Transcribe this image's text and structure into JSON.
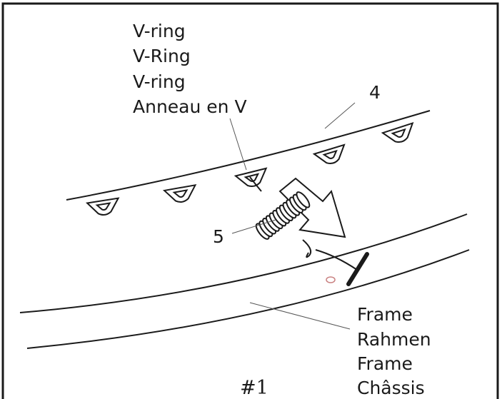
{
  "vring_labels": [
    "V-ring",
    "V-Ring",
    "V-ring",
    "Anneau en V"
  ],
  "frame_labels": [
    "Frame",
    "Rahmen",
    "Frame",
    "Châssis"
  ],
  "callout_4": "4",
  "callout_5": "5",
  "figure_number": "#1",
  "colors": {
    "line": "#1a1a1a",
    "background": "#ffffff",
    "hole": "#c98080"
  }
}
